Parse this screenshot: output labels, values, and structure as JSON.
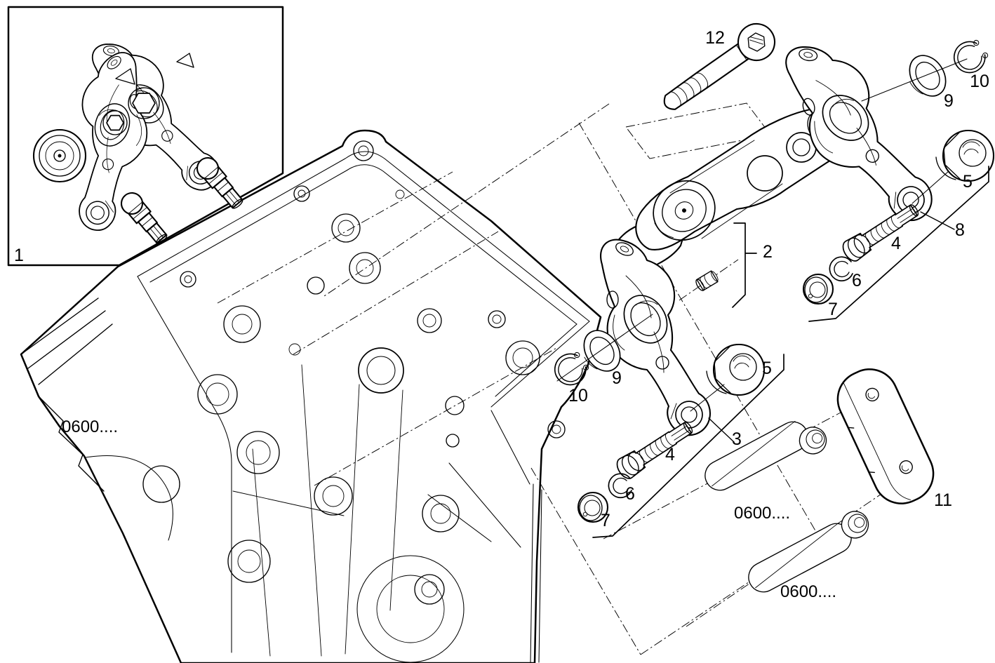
{
  "figure": {
    "kind": "exploded-parts-diagram",
    "background_color": "#ffffff",
    "line_color": "#000000"
  },
  "callouts": {
    "part1": {
      "text": "1"
    },
    "part2": {
      "text": "2"
    },
    "part3": {
      "text": "3"
    },
    "part4_top": {
      "text": "4"
    },
    "part4_mid": {
      "text": "4"
    },
    "part5_top": {
      "text": "5"
    },
    "part5_mid": {
      "text": "5"
    },
    "part6_top": {
      "text": "6"
    },
    "part6_mid": {
      "text": "6"
    },
    "part7_top": {
      "text": "7"
    },
    "part7_mid": {
      "text": "7"
    },
    "part8": {
      "text": "8"
    },
    "part9_top": {
      "text": "9"
    },
    "part9_mid": {
      "text": "9"
    },
    "part10_top": {
      "text": "10"
    },
    "part10_mid": {
      "text": "10"
    },
    "part11": {
      "text": "11"
    },
    "part12": {
      "text": "12"
    },
    "ref_head": {
      "text": "0600...."
    },
    "ref_valve_upper": {
      "text": "0600...."
    },
    "ref_valve_lower": {
      "text": "0600...."
    }
  }
}
